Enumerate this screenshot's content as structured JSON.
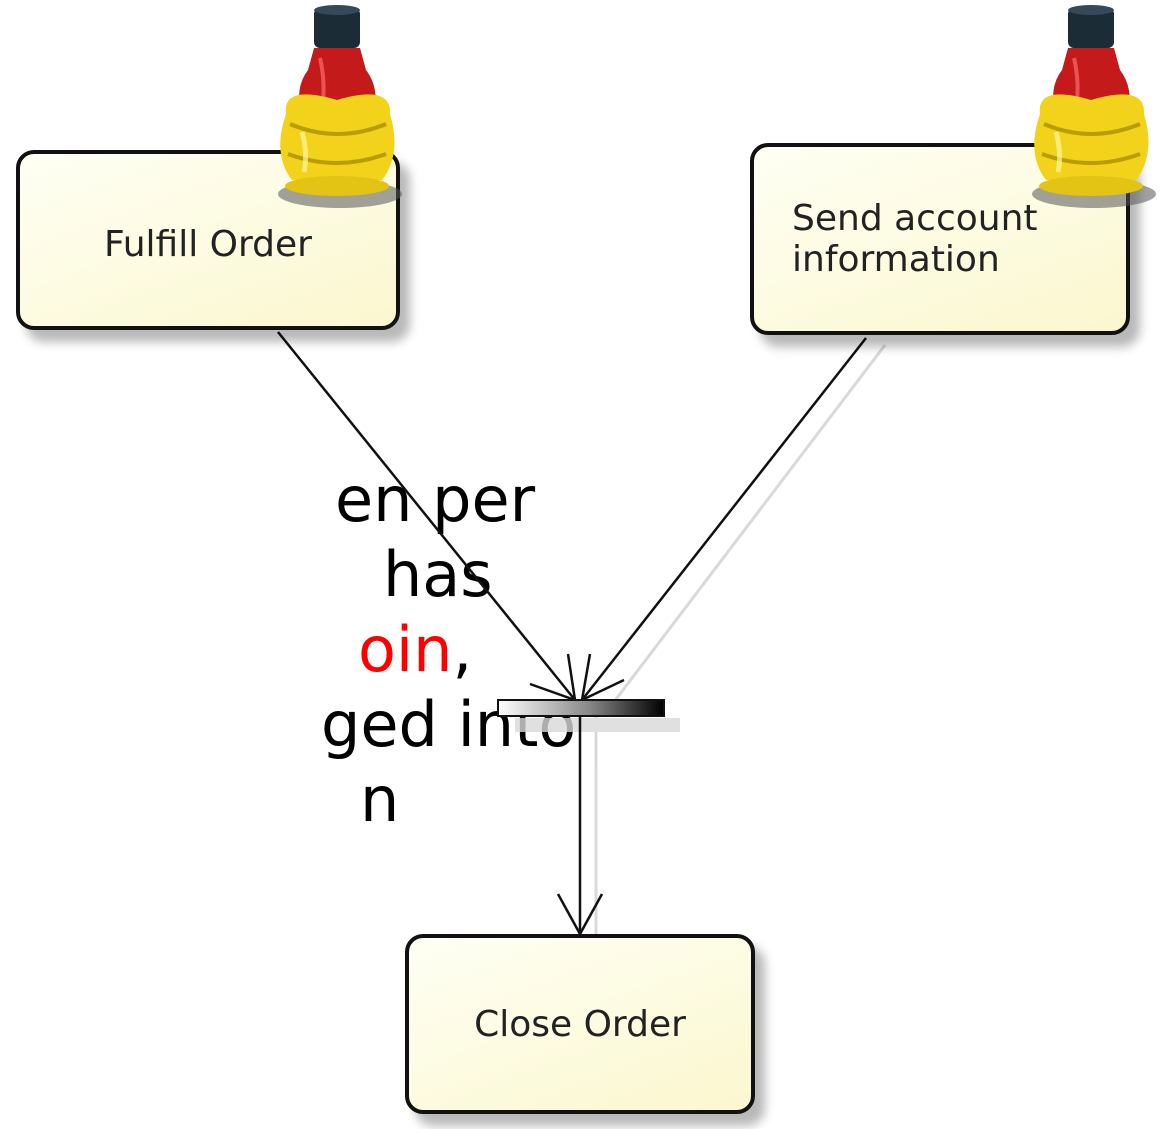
{
  "slide": {
    "side_text": {
      "line1": "en per",
      "line2": "has",
      "line3_red": "oin",
      "line3_rest": ",",
      "line4": "ged into",
      "line5": "n"
    }
  },
  "diagram": {
    "nodes": {
      "fulfill_order": "Fulfill Order",
      "send_account_info": "Send account\ninformation",
      "close_order": "Close Order"
    },
    "join_bar": "join"
  },
  "colors": {
    "node_fill": "#fbf7cf",
    "node_border": "#111111",
    "highlight_text": "#ff0000",
    "token_cap": "#1c2c36",
    "token_neck": "#c41a1a",
    "token_body": "#f2d21a"
  },
  "icons": [
    "bottle-token-icon",
    "bottle-token-icon",
    "arrowhead-icon"
  ]
}
